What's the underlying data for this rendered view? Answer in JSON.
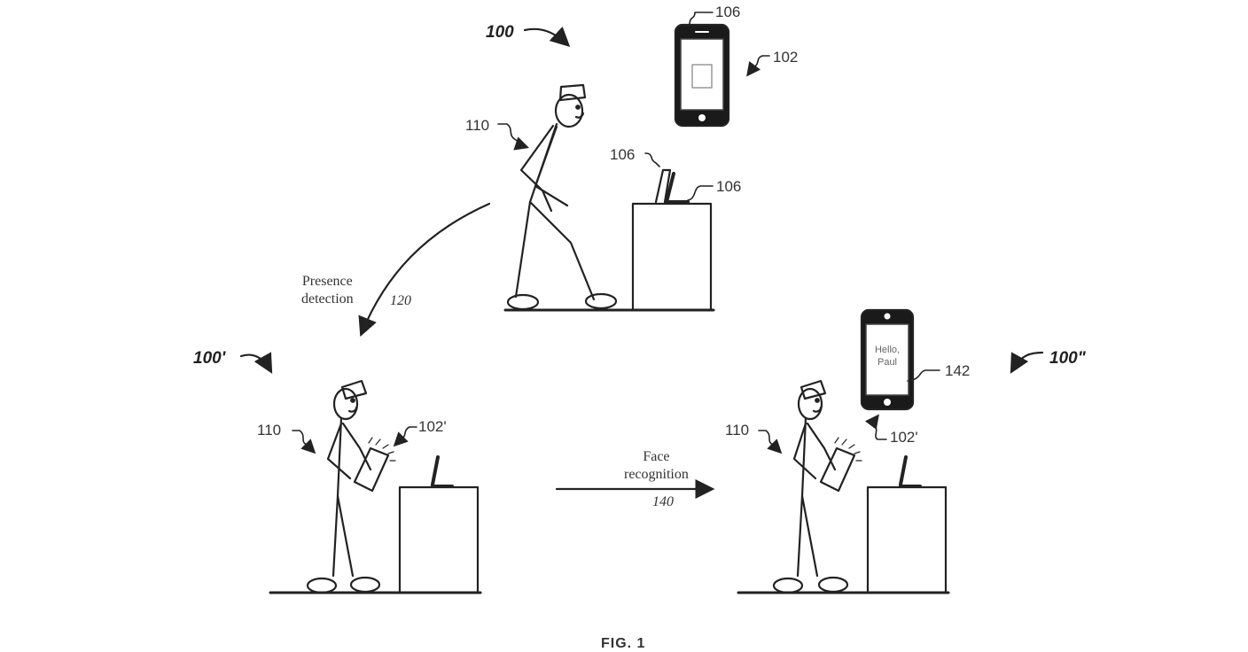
{
  "figure": {
    "caption": "FIG. 1",
    "scenes": [
      {
        "id": "100",
        "label": "100",
        "refs": {
          "phone": "102",
          "phone_top": "106",
          "person": "110",
          "laptop_a": "106",
          "laptop_b": "106"
        }
      },
      {
        "id": "100'",
        "label": "100'",
        "refs": {
          "person": "110",
          "device": "102'"
        }
      },
      {
        "id": "100\"",
        "label": "100\"",
        "refs": {
          "person": "110",
          "device": "102'",
          "screen": "142"
        },
        "phone_screen_text": [
          "Hello,",
          "Paul"
        ]
      }
    ],
    "transitions": [
      {
        "name": "presence-detection",
        "text_lines": [
          "Presence",
          "detection"
        ],
        "ref": "120"
      },
      {
        "name": "face-recognition",
        "text_lines": [
          "Face",
          "recognition"
        ],
        "ref": "140"
      }
    ]
  },
  "colors": {
    "line": "#222222",
    "background": "#ffffff",
    "fill_dark": "#1a1a1a"
  }
}
